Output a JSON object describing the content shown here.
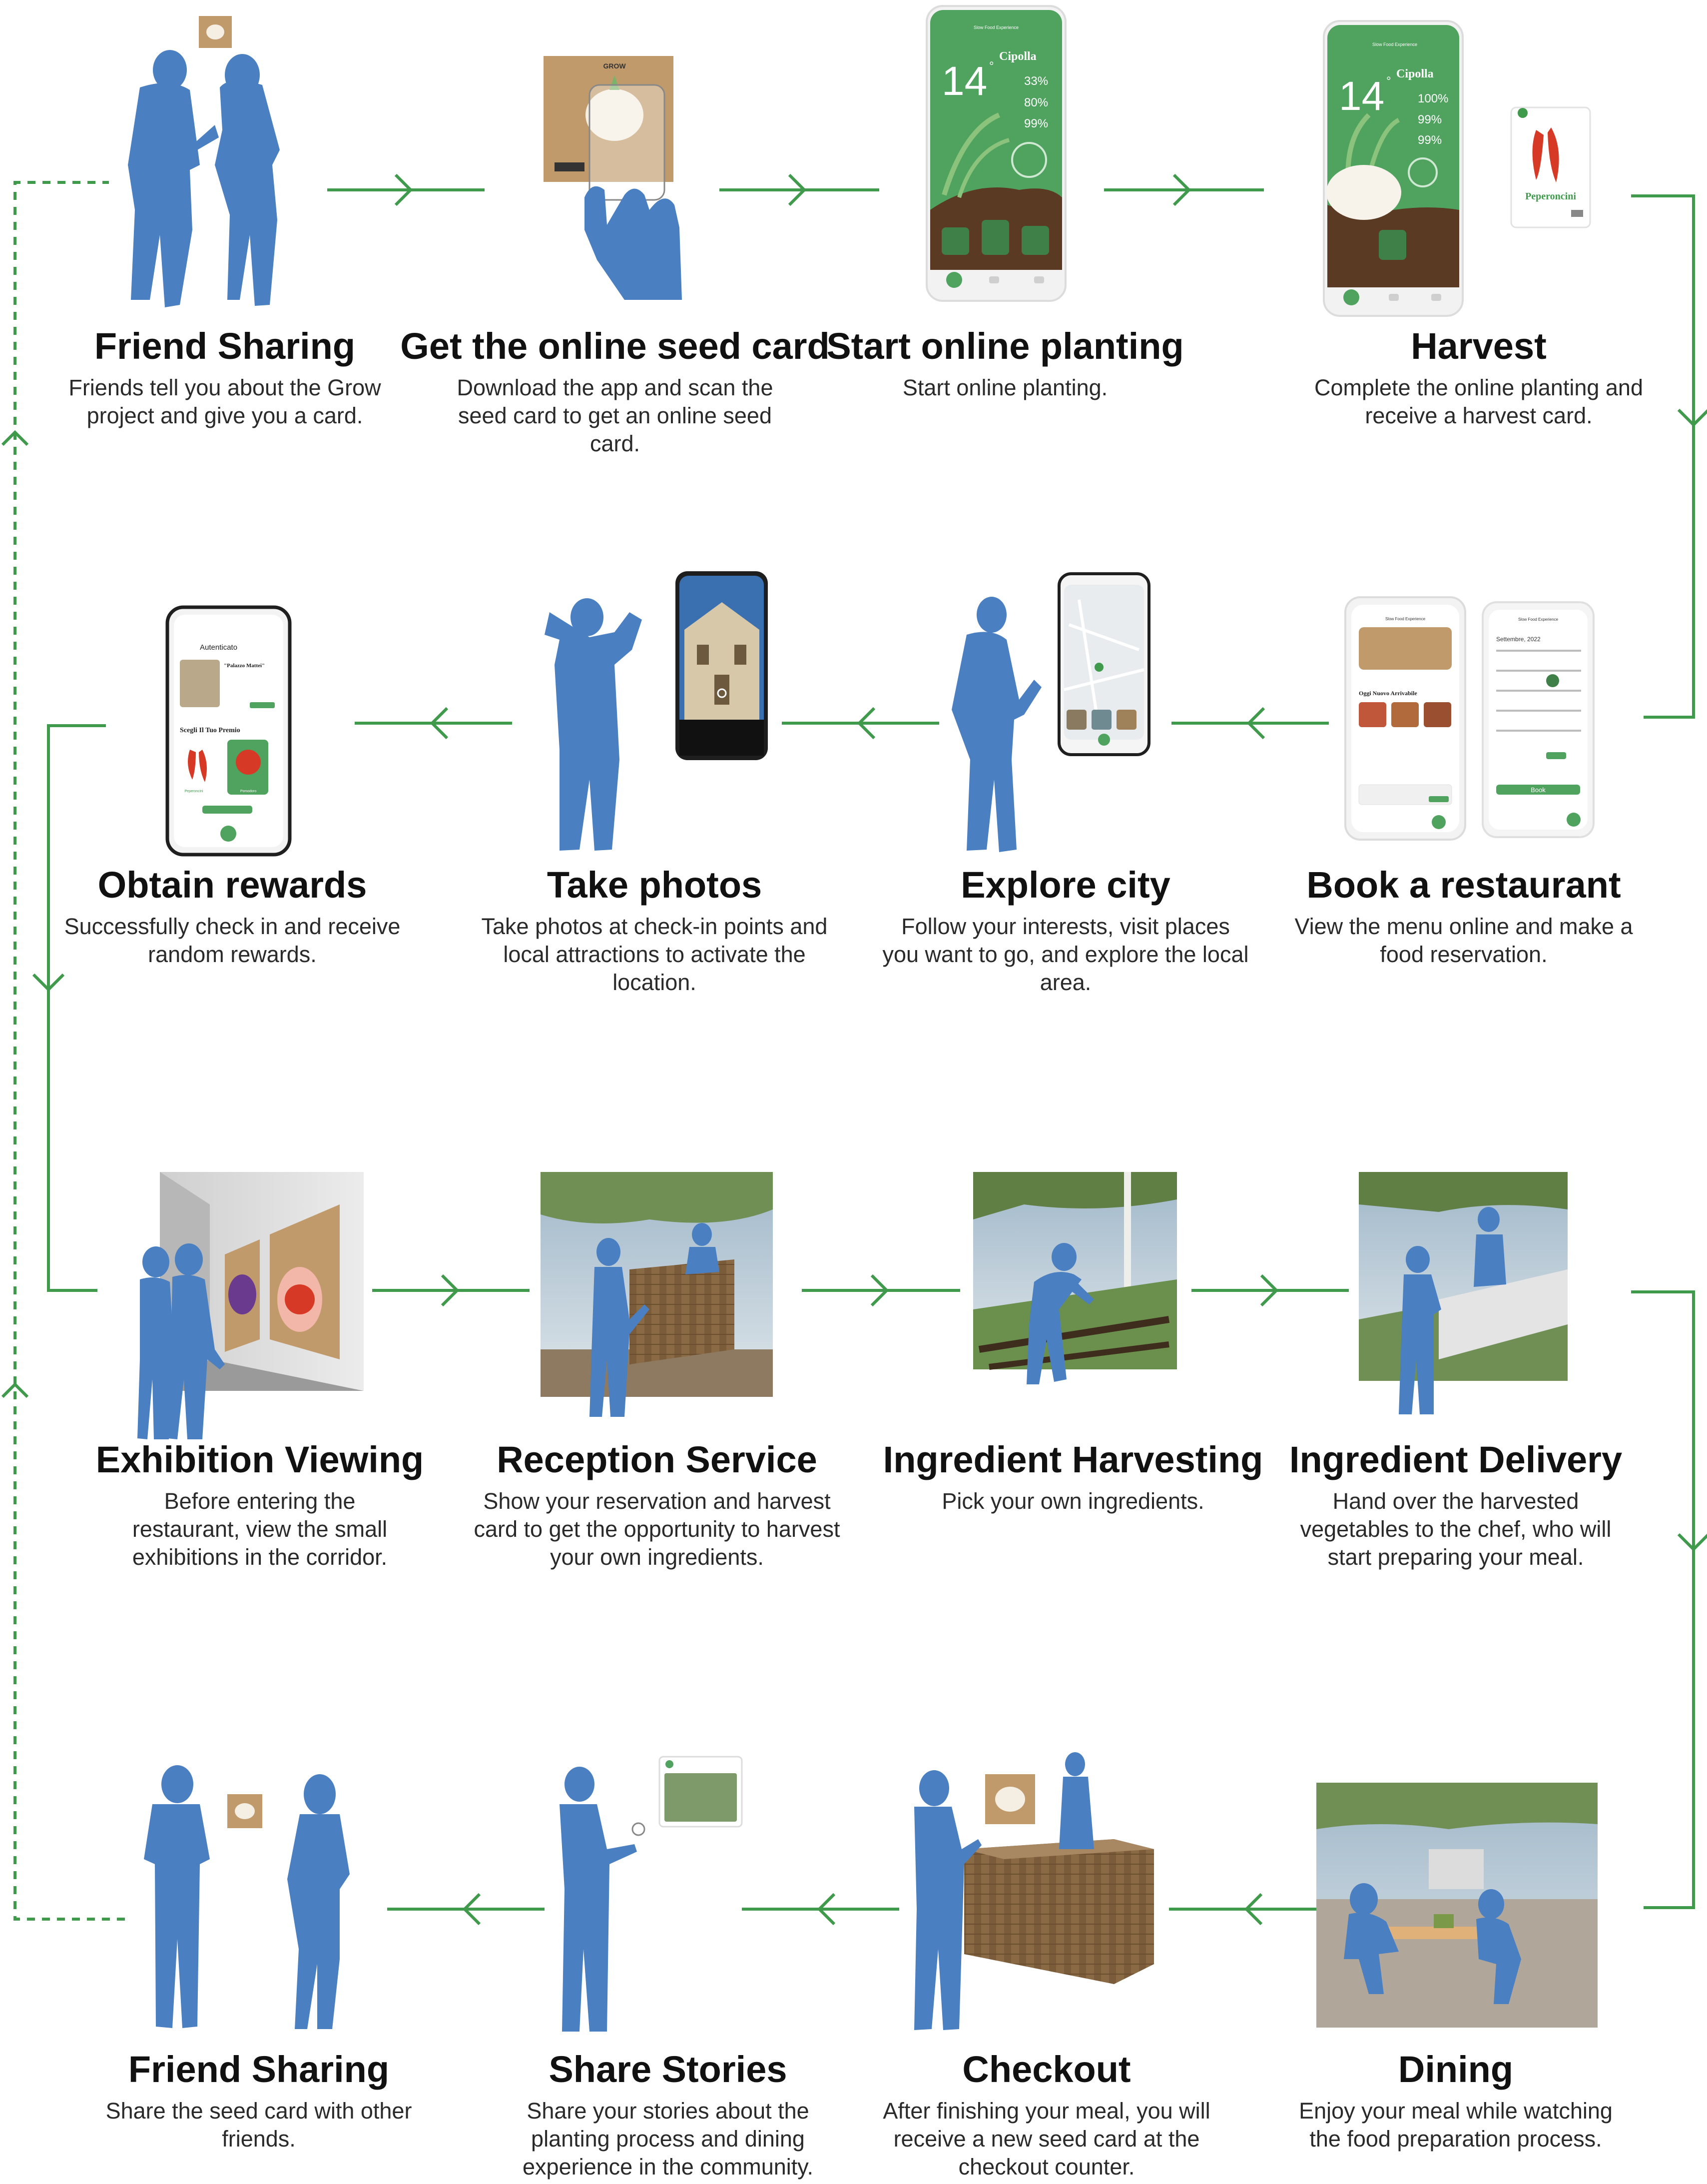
{
  "colors": {
    "flow_green": "#3f9a4c",
    "figure_blue": "#4a7fc1",
    "app_green": "#4fa35e",
    "soil_brown": "#5a3a22",
    "kraft": "#c19a6b"
  },
  "steps": [
    {
      "title": "Friend Sharing",
      "desc": "Friends tell you about the Grow project and give you a card.",
      "illustration": "two-people-silhouette-with-card"
    },
    {
      "title": "Get the online seed card",
      "desc": "Download the app and scan the seed card to get an online seed card.",
      "illustration": "hand-scanning-seed-card"
    },
    {
      "title": "Start online planting",
      "desc": "Start online planting.",
      "illustration": "phone-planting-app"
    },
    {
      "title": "Harvest",
      "desc": "Complete the online planting and receive a harvest card.",
      "illustration": "phone-harvest-and-pepper-card"
    },
    {
      "title": "Book a restaurant",
      "desc": "View the menu online and make a food reservation.",
      "illustration": "phones-menu-and-calendar"
    },
    {
      "title": "Explore city",
      "desc": "Follow your interests, visit places you want to go, and explore the local area.",
      "illustration": "person-with-map-phone"
    },
    {
      "title": "Take photos",
      "desc": "Take photos at check-in points and local attractions to activate the location.",
      "illustration": "person-photographing-building"
    },
    {
      "title": "Obtain rewards",
      "desc": "Successfully check in and receive random rewards.",
      "illustration": "phone-rewards-screen"
    },
    {
      "title": "Exhibition Viewing",
      "desc": "Before entering the restaurant, view the small exhibitions in the corridor.",
      "illustration": "corridor-exhibition"
    },
    {
      "title": "Reception Service",
      "desc": "Show your reservation and harvest card to get the opportunity to harvest your own ingredients.",
      "illustration": "reception-counter"
    },
    {
      "title": "Ingredient Harvesting",
      "desc": "Pick your own ingredients.",
      "illustration": "garden-harvesting"
    },
    {
      "title": "Ingredient Delivery",
      "desc": "Hand over the harvested vegetables to the chef, who will start preparing your meal.",
      "illustration": "kitchen-delivery"
    },
    {
      "title": "Dining",
      "desc": "Enjoy your meal while watching the food preparation process.",
      "illustration": "dining-pergola"
    },
    {
      "title": "Checkout",
      "desc": "After finishing your meal, you will receive a new seed card at the checkout counter.",
      "illustration": "checkout-counter"
    },
    {
      "title": "Share Stories",
      "desc": "Share your stories about the planting process and dining experience in the community.",
      "illustration": "person-sharing-post"
    },
    {
      "title": "Friend Sharing",
      "desc": "Share the seed card with other friends.",
      "illustration": "two-people-sharing-card"
    }
  ],
  "app": {
    "header": "Slow Food Experience",
    "plant_name": "Cipolla",
    "temperature": "14",
    "degree": "°",
    "planting_stats": [
      "33%",
      "80%",
      "99%"
    ],
    "harvest_stats": [
      "100%",
      "99%",
      "99%"
    ],
    "harvest_card": "Peperoncini",
    "calendar_month": "Settembre, 2022",
    "book_label": "Book",
    "menu_title": "Oggi Nuovo Arrivabile",
    "rewards_status": "Autenticato",
    "rewards_place": "\"Palazzo Mattei\"",
    "rewards_title": "Scegli Il Tuo Premio",
    "reward_item_1": "Peperoncini",
    "reward_item_2": "Pomodoro",
    "card_brand": "GROW"
  }
}
